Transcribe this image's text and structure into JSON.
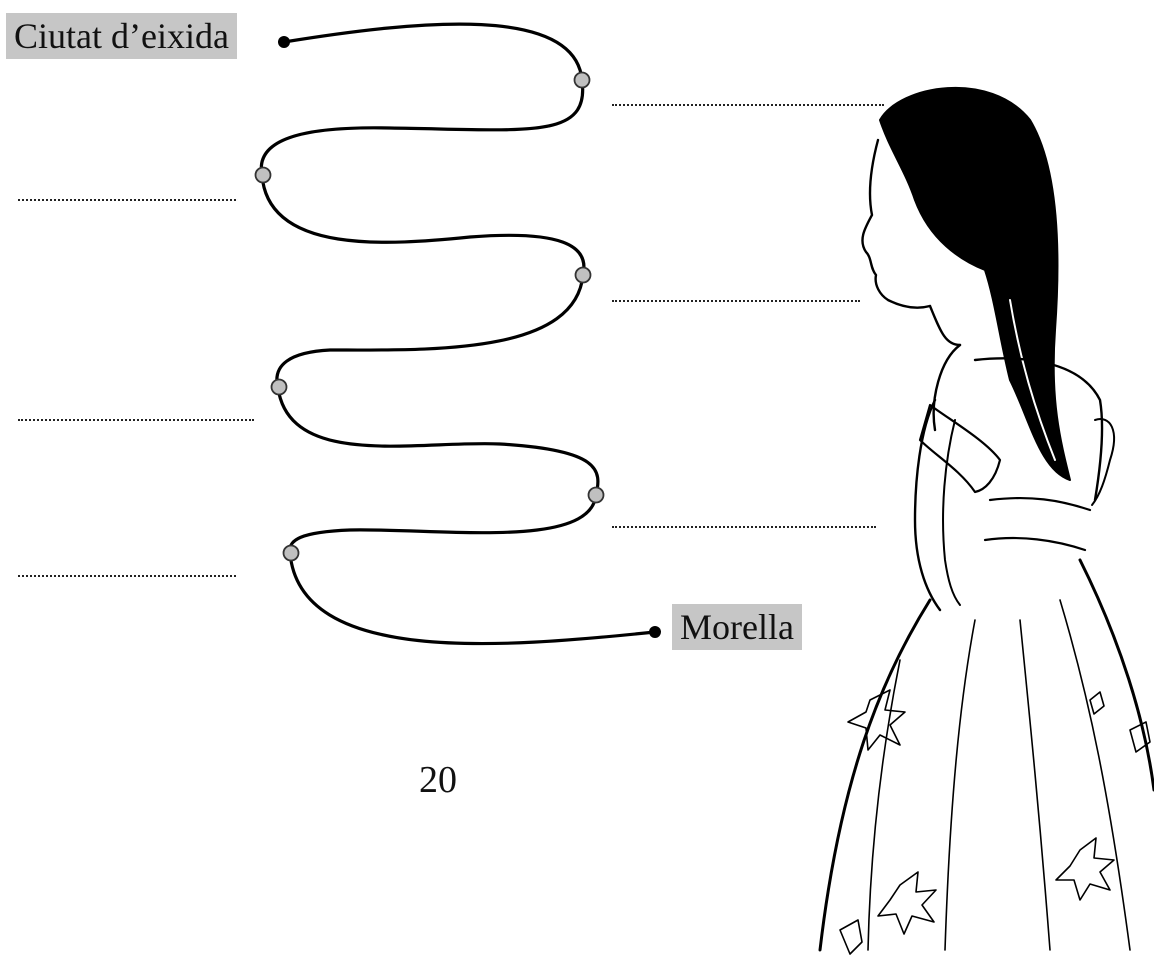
{
  "worksheet": {
    "start_label": "Ciutat d’eixida",
    "end_label": "Morella",
    "page_number": "20",
    "answer_line_count": 6,
    "illustration": "girl-in-dress-illustration",
    "colors": {
      "label_background": "#c6c6c6",
      "route_line": "#000000",
      "stop_marker": "#c0c0c0"
    }
  }
}
